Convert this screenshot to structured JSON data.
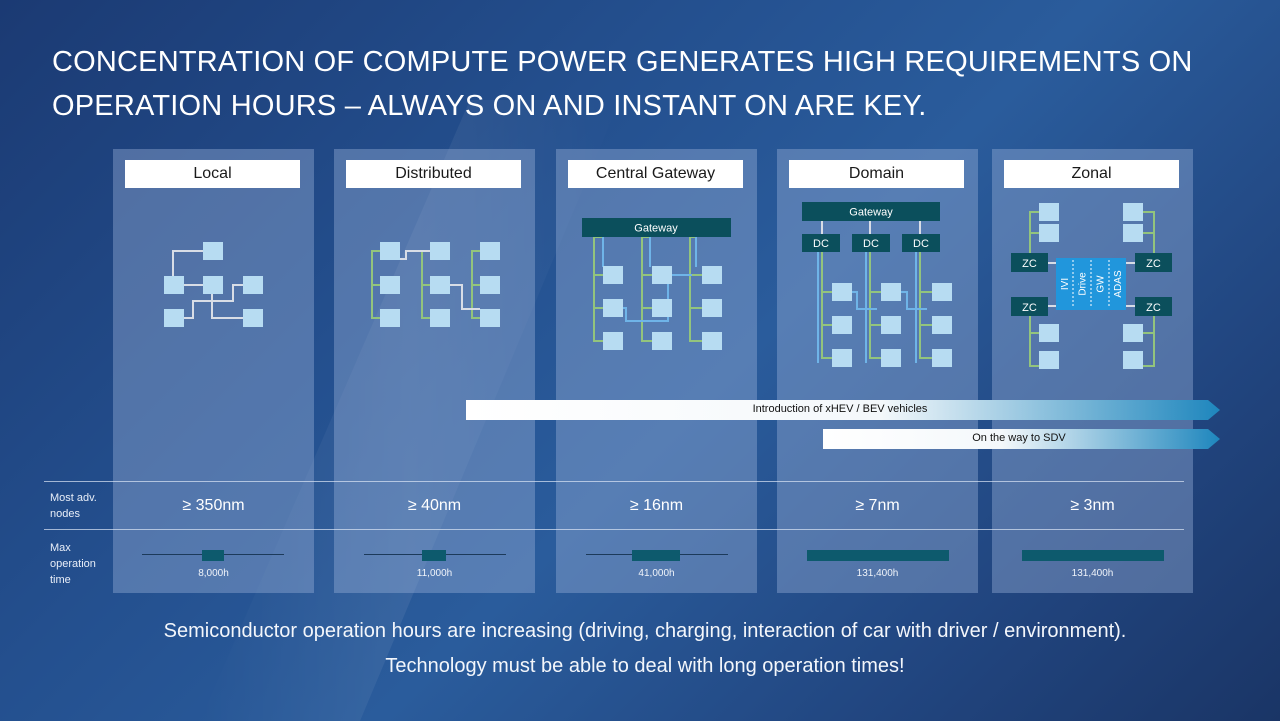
{
  "title": {
    "line1": "CONCENTRATION OF COMPUTE POWER GENERATES HIGH REQUIREMENTS ON",
    "line2": "OPERATION HOURS – ALWAYS ON AND INSTANT ON ARE KEY."
  },
  "row_labels": {
    "nodes_line1": "Most adv.",
    "nodes_line2": "nodes",
    "time_line1": "Max",
    "time_line2": "operation",
    "time_line3": "time"
  },
  "architectures": [
    {
      "name": "Local",
      "node": "≥ 350nm",
      "hours": "8,000h",
      "hours_value": 8000
    },
    {
      "name": "Distributed",
      "node": "≥ 40nm",
      "hours": "11,000h",
      "hours_value": 11000
    },
    {
      "name": "Central Gateway",
      "node": "≥ 16nm",
      "hours": "41,000h",
      "hours_value": 41000
    },
    {
      "name": "Domain",
      "node": "≥ 7nm",
      "hours": "131,400h",
      "hours_value": 131400
    },
    {
      "name": "Zonal",
      "node": "≥ 3nm",
      "hours": "131,400h",
      "hours_value": 131400
    }
  ],
  "diagram_labels": {
    "gateway": "Gateway",
    "dc": "DC",
    "zc": "ZC",
    "ivi": "IVI",
    "drive": "Drive",
    "gw": "GW",
    "adas": "ADAS"
  },
  "arrows": {
    "xhev": "Introduction of xHEV / BEV vehicles",
    "sdv": "On the way to SDV"
  },
  "caption": {
    "line1": "Semiconductor operation hours are increasing (driving, charging, interaction of car with driver / environment).",
    "line2": "Technology must be able to deal with long operation times!"
  },
  "colors": {
    "node_box": "#b7dcf2",
    "link_white": "#d8dde6",
    "link_green": "#93c47d",
    "link_blue": "#6fb4e8",
    "controller": "#0b4f5c",
    "compute": "#2196dc",
    "bar": "#0d5a6d"
  }
}
